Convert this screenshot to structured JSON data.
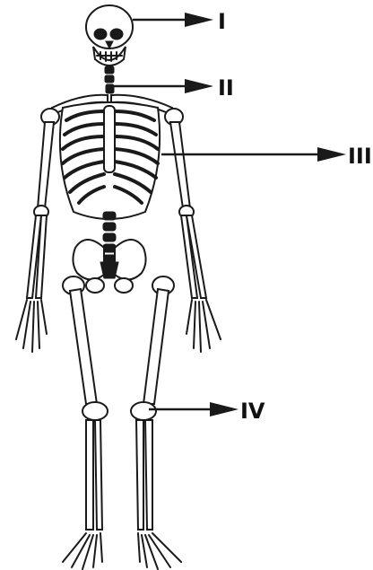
{
  "labels": {
    "l1": "I",
    "l2": "II",
    "l3": "III",
    "l4": "IV"
  },
  "colors": {
    "ink": "#1a1a1a",
    "background": "#ffffff"
  }
}
